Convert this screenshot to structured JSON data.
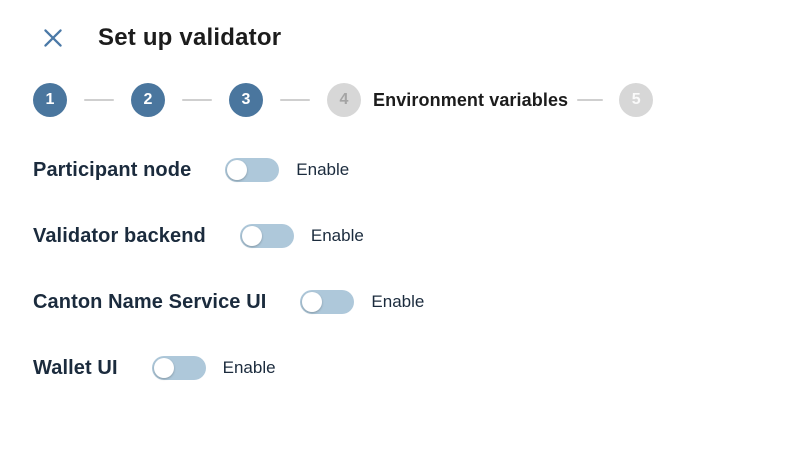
{
  "window": {
    "title": "Set up validator",
    "close_icon": "close-x"
  },
  "stepper": {
    "steps": [
      {
        "number": "1",
        "state": "completed"
      },
      {
        "number": "2",
        "state": "completed"
      },
      {
        "number": "3",
        "state": "completed"
      },
      {
        "number": "4",
        "state": "active",
        "label": "Environment variables"
      },
      {
        "number": "5",
        "state": "pending"
      }
    ]
  },
  "form": {
    "rows": [
      {
        "label": "Participant node",
        "toggle_state": "off",
        "toggle_label": "Enable"
      },
      {
        "label": "Validator backend",
        "toggle_state": "off",
        "toggle_label": "Enable"
      },
      {
        "label": "Canton Name Service UI",
        "toggle_state": "off",
        "toggle_label": "Enable"
      },
      {
        "label": "Wallet UI",
        "toggle_state": "off",
        "toggle_label": "Enable"
      }
    ]
  },
  "colors": {
    "step_completed": "#4a769e",
    "step_pending_circle": "#d7d7d7",
    "close_icon": "#4b79a7",
    "toggle_track": "#aec8da",
    "toggle_knob": "#ffffff",
    "connector_line": "#cfcfcf",
    "title_text": "#1c1c1c",
    "label_text": "#1b2b3d"
  }
}
